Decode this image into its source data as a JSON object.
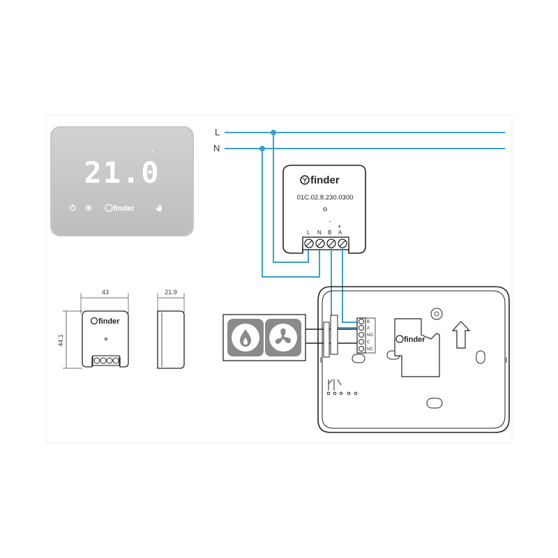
{
  "lines": {
    "l_label": "L",
    "n_label": "N"
  },
  "thermostat": {
    "display_value": "21.0",
    "degree_symbol": "°",
    "brand": "finder"
  },
  "module": {
    "brand": "finder",
    "part_number": "01C.02.8.230.0300",
    "terminals": [
      "L",
      "N",
      "B",
      "A"
    ],
    "polarity": [
      "-",
      "+"
    ]
  },
  "dimensions": {
    "width": "43",
    "height": "44.1",
    "depth": "21.9"
  },
  "small_module": {
    "brand": "finder"
  },
  "base_plate": {
    "brand": "finder",
    "terminal_labels": [
      "B",
      "A",
      "NO",
      "C",
      "NC"
    ]
  },
  "colors": {
    "wire": "#3a9fc7",
    "outline": "#222222",
    "thermostat_body": "#c8c8c8",
    "icon_tile": "#8a8a8a"
  },
  "icons": [
    "flame-icon",
    "fan-icon",
    "arrow-up-icon",
    "relay-symbol-icon"
  ]
}
